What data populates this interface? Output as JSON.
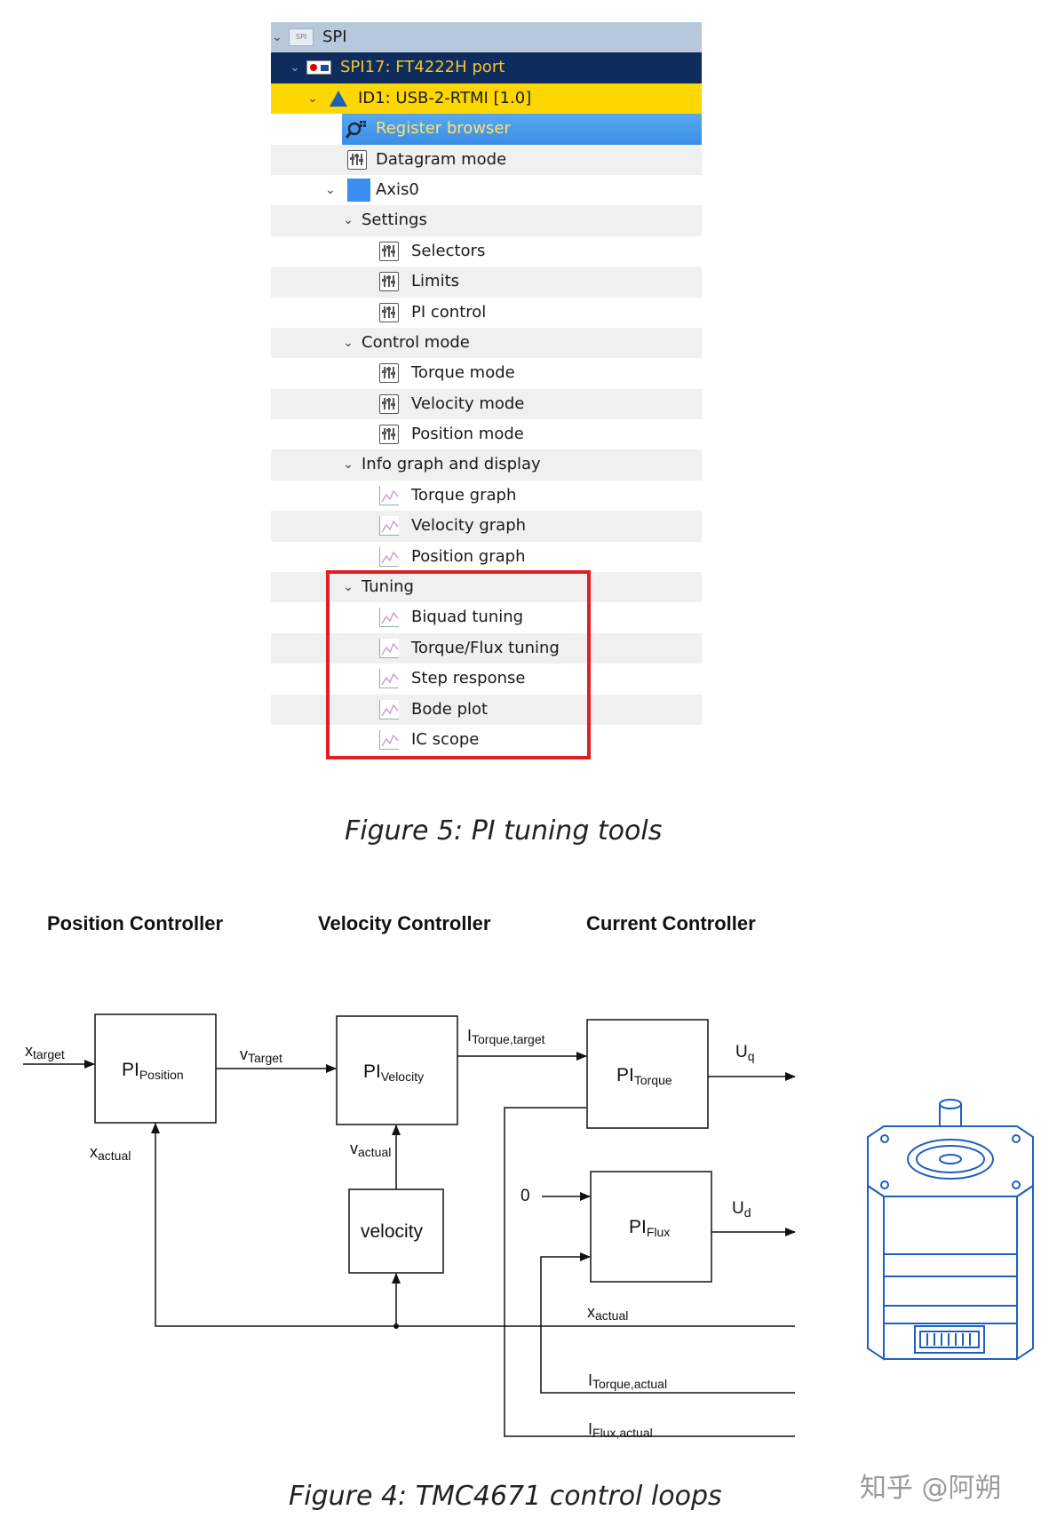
{
  "tree": {
    "rows": [
      {
        "label": "SPI"
      },
      {
        "label": "SPI17: FT4222H port"
      },
      {
        "label": "ID1: USB-2-RTMI [1.0]"
      },
      {
        "label": "Register browser"
      },
      {
        "label": "Datagram mode"
      },
      {
        "label": "Axis0"
      },
      {
        "label": "Settings"
      },
      {
        "label": "Selectors"
      },
      {
        "label": "Limits"
      },
      {
        "label": "PI control"
      },
      {
        "label": "Control mode"
      },
      {
        "label": "Torque mode"
      },
      {
        "label": "Velocity mode"
      },
      {
        "label": "Position mode"
      },
      {
        "label": "Info graph and display"
      },
      {
        "label": "Torque graph"
      },
      {
        "label": "Velocity graph"
      },
      {
        "label": "Position graph"
      },
      {
        "label": "Tuning"
      },
      {
        "label": "Biquad tuning"
      },
      {
        "label": "Torque/Flux tuning"
      },
      {
        "label": "Step response"
      },
      {
        "label": "Bode plot"
      },
      {
        "label": "IC scope"
      }
    ],
    "spi_icon_text": "SPI"
  },
  "figure5_caption": "Figure 5: PI tuning tools",
  "diagram": {
    "headers": {
      "position": "Position Controller",
      "velocity": "Velocity Controller",
      "current": "Current Controller"
    },
    "pi_label": "PI",
    "blocks": {
      "position": "Position",
      "velocity": "Velocity",
      "torque": "Torque",
      "flux": "Flux",
      "velocity_block": "velocity"
    },
    "signals": {
      "x": "x",
      "target": "target",
      "actual": "actual",
      "v": "v",
      "Target": "Target",
      "I": "I",
      "torque_target": "Torque,target",
      "torque_actual": "Torque,actual",
      "flux_actual": "Flux,actual",
      "U": "U",
      "q": "q",
      "d": "d",
      "zero": "0"
    }
  },
  "figure4_caption": "Figure 4: TMC4671 control loops",
  "watermark": "知乎 @阿朔"
}
